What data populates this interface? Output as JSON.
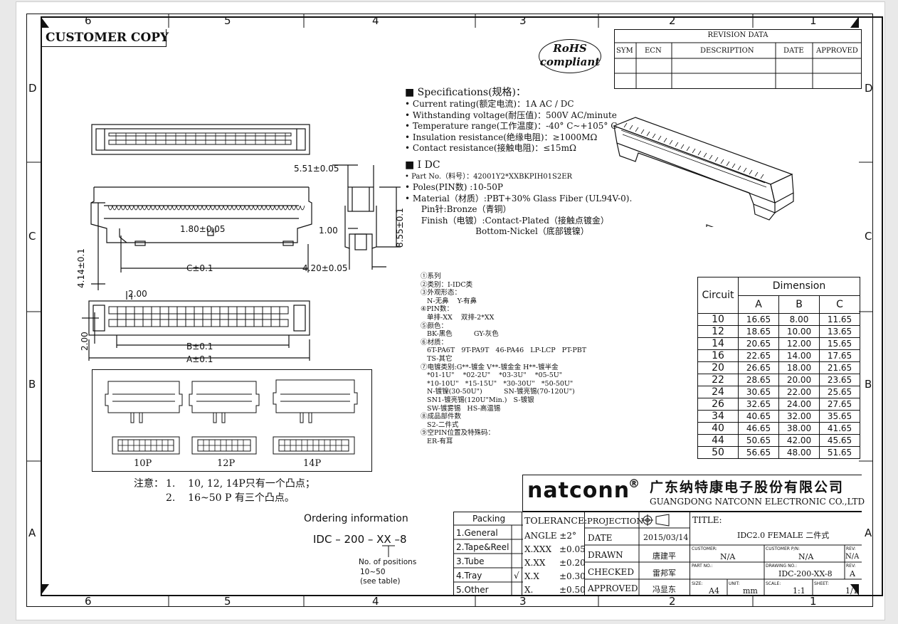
{
  "zones": {
    "cols": [
      "6",
      "5",
      "4",
      "3",
      "2",
      "1"
    ],
    "rows": [
      "D",
      "C",
      "B",
      "A"
    ]
  },
  "customer_copy": "CUSTOMER COPY",
  "rohs": {
    "line1": "RoHS",
    "line2": "compliant"
  },
  "revision": {
    "title": "REVISION DATA",
    "headers": [
      "SYM",
      "ECN",
      "DESCRIPTION",
      "DATE",
      "APPROVED"
    ]
  },
  "specs": {
    "heading": "■ Specifications(规格)：",
    "items": [
      "• Current rating(额定电流)：1A  AC / DC",
      "• Withstanding voltage(耐压值)：500V AC/minute",
      "• Temperature range(工作温度)：-40° C~+105° C",
      "• Insulation resistance(绝缘电阻)：≥1000MΩ",
      "• Contact resistance(接触电阻)：≤15mΩ"
    ],
    "idc_heading": "■ I DC",
    "idc_items": [
      "• Part No.（料号）：42001Y2*XXBKPIH01S2ER",
      "• Poles(PIN数) :10-50P",
      "• Material（材质）:PBT+30% Glass Fiber (UL94V-0).",
      "      Pin针:Bronze（青铜）",
      "      Finish（电镀）:Contact-Plated（接触点镀金）",
      "                          Bottom-Nickel（底部镀镍）"
    ]
  },
  "dims": {
    "d551": "5.51±0.05",
    "d180": "1.80±0.05",
    "d100": "1.00",
    "d855": "8.55±0.1",
    "d414": "4.14±0.1",
    "c": "C±0.1",
    "d420": "4.20±0.05",
    "d200a": "2.00",
    "d200b": "2.00",
    "b": "B±0.1",
    "a": "A±0.1"
  },
  "variants": [
    "10P",
    "12P",
    "14P"
  ],
  "notes": {
    "label": "注意：",
    "n1": "1.    10, 12, 14P只有一个凸点；",
    "n2": "2.    16~50 P 有三个凸点。"
  },
  "legend": [
    "①系列",
    "②类别：I-IDC类",
    "③外观形态：",
    "   N-无鼻    Y-有鼻",
    "④PIN数：",
    "   单排-XX    双排-2*XX",
    "⑤颜色：",
    "   BK-黑色          GY-灰色",
    "⑥材质：",
    "   6T-PA6T   9T-PA9T   46-PA46   LP-LCP   PT-PBT",
    "   TS-其它",
    "⑦电镀类别:G**-镀金   V**-镀金金   H**-镀半金",
    "   *01-1U\"    *02-2U\"    *03-3U\"    *05-5U\"",
    "   *10-10U\"   *15-15U\"   *30-30U\"   *50-50U\"",
    "   N-镀镍(30-50U\")          SN-镀亮锡(70-120U\")",
    "   SN1-镀亮锡(120U\"Min.)   S-镀银",
    "   SW-镀雾锡   HS-高温锡",
    "⑧成品部件数",
    "   S2-二件式",
    "⑨空PIN位置及特殊码：",
    "   ER-有耳"
  ],
  "dimension_table": {
    "header_circuit": "Circuit",
    "header_dimension": "Dimension",
    "cols": [
      "A",
      "B",
      "C"
    ],
    "rows": [
      [
        "10",
        "16.65",
        "8.00",
        "11.65"
      ],
      [
        "12",
        "18.65",
        "10.00",
        "13.65"
      ],
      [
        "14",
        "20.65",
        "12.00",
        "15.65"
      ],
      [
        "16",
        "22.65",
        "14.00",
        "17.65"
      ],
      [
        "20",
        "26.65",
        "18.00",
        "21.65"
      ],
      [
        "22",
        "28.65",
        "20.00",
        "23.65"
      ],
      [
        "24",
        "30.65",
        "22.00",
        "25.65"
      ],
      [
        "26",
        "32.65",
        "24.00",
        "27.65"
      ],
      [
        "34",
        "40.65",
        "32.00",
        "35.65"
      ],
      [
        "40",
        "46.65",
        "38.00",
        "41.65"
      ],
      [
        "44",
        "50.65",
        "42.00",
        "45.65"
      ],
      [
        "50",
        "56.65",
        "48.00",
        "51.65"
      ]
    ]
  },
  "company": {
    "brand": "natconn",
    "reg": "®",
    "cn": "广东纳特康电子股份有限公司",
    "en": "GUANGDONG NATCONN ELECTRONIC CO.,LTD"
  },
  "ordering": {
    "title": "Ordering information",
    "code": "IDC – 200 – XX –8",
    "note1": "No. of positions",
    "note2": "10~50",
    "note3": "(see table)"
  },
  "packing": {
    "title": "Packing",
    "items": [
      "1.General",
      "2.Tape&Reel",
      "3.Tube",
      "4.Tray",
      "5.Other"
    ],
    "check": "√"
  },
  "tolerance": {
    "title": "TOLERANCE:",
    "rows": [
      [
        "ANGLE ±2°",
        ""
      ],
      [
        "X.XXX",
        "±0.05"
      ],
      [
        "X.XX",
        "±0.20"
      ],
      [
        "X.X",
        "±0.30"
      ],
      [
        "X.",
        "±0.50"
      ]
    ]
  },
  "titleblock": {
    "projection": "PROJECTION",
    "date_label": "DATE",
    "date": "2015/03/14",
    "drawn_label": "DRAWN",
    "drawn": "唐建平",
    "checked_label": "CHECKED",
    "checked": "雷邦军",
    "approved_label": "APPROVED",
    "approved": "冯显东",
    "title_label": "TITLE:",
    "title": "IDC2.0 FEMALE 二件式",
    "customer_label": "CUSTOMER:",
    "customer": "N/A",
    "cpn_label": "CUSTOMER P/N:",
    "cpn": "N/A",
    "rev_label": "REV:",
    "rev1": "N/A",
    "partno_label": "PART NO.:",
    "drawing_label": "DRAWING NO.:",
    "drawing": "IDC-200-XX-8",
    "rev2": "A",
    "size_label": "SIZE:",
    "size": "A4",
    "unit_label": "UNIT:",
    "unit": "mm",
    "scale_label": "SCALE:",
    "scale": "1:1",
    "sheet_label": "SHEET:",
    "sheet": "1/1"
  }
}
